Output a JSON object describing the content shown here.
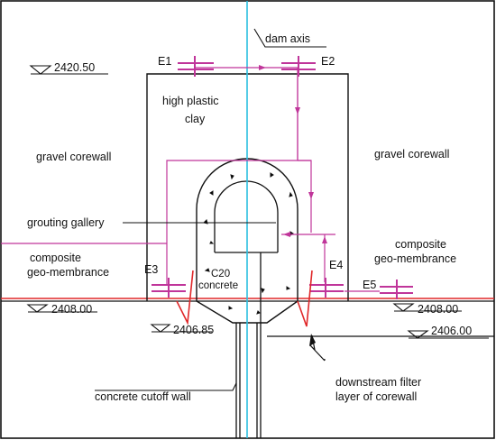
{
  "labels": {
    "dam_axis": "dam axis",
    "elev_top": "2420.50",
    "material_clay_line1": "high plastic",
    "material_clay_line2": "clay",
    "gravel_left": "gravel corewall",
    "gravel_right": "gravel corewall",
    "grouting_gallery": "grouting gallery",
    "composite_left_line1": "composite",
    "composite_left_line2": "geo-membrance",
    "composite_right_line1": "composite",
    "composite_right_line2": "geo-membrance",
    "c20_line1": "C20",
    "c20_line2": "concrete",
    "elev_left": "2408.00",
    "elev_right": "2408.00",
    "elev_bottom_left": "2406.85",
    "elev_bottom_right": "2406.00",
    "cutoff_wall": "concrete cutoff wall",
    "filter_line1": "downstream filter",
    "filter_line2": "layer of corewall"
  },
  "markers": {
    "e1": "E1",
    "e2": "E2",
    "e3": "E3",
    "e4": "E4",
    "e5": "E5"
  },
  "colors": {
    "outline": "#111111",
    "axis": "#2bc0e0",
    "sensor": "#c0359a",
    "membrane": "#e0282a"
  }
}
